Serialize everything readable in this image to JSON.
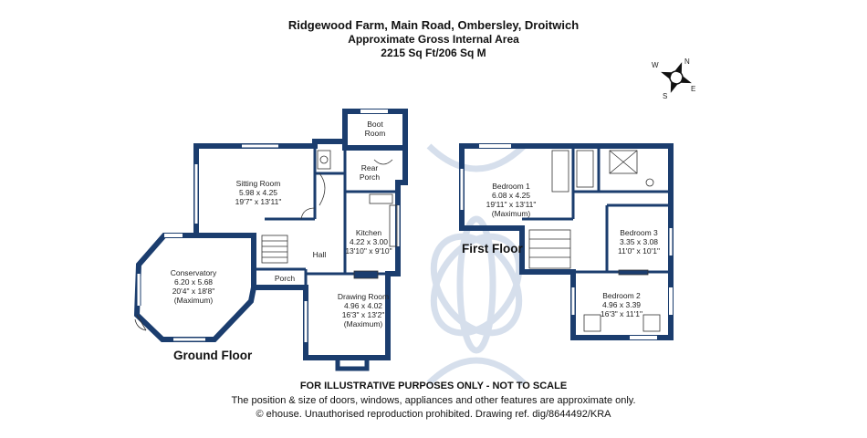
{
  "header": {
    "title": "Ridgewood Farm, Main Road, Ombersley, Droitwich",
    "area_label": "Approximate Gross Internal Area",
    "area_value": "2215 Sq Ft/206 Sq M"
  },
  "compass": {
    "n": "N",
    "e": "E",
    "s": "S",
    "w": "W"
  },
  "floors": {
    "ground": "Ground Floor",
    "first": "First Floor"
  },
  "rooms": {
    "boot_room": [
      "Boot",
      "Room"
    ],
    "rear_porch": [
      "Rear",
      "Porch"
    ],
    "sitting_room": [
      "Sitting Room",
      "5.98 x 4.25",
      "19'7\" x 13'11\""
    ],
    "kitchen": [
      "Kitchen",
      "4.22 x 3.00",
      "13'10\" x 9'10\""
    ],
    "hall": "Hall",
    "porch": "Porch",
    "conservatory": [
      "Conservatory",
      "6.20 x 5.68",
      "20'4\" x 18'8\"",
      "(Maximum)"
    ],
    "drawing_room": [
      "Drawing Room",
      "4.96 x 4.02",
      "16'3\" x 13'2\"",
      "(Maximum)"
    ],
    "bedroom1": [
      "Bedroom 1",
      "6.08 x 4.25",
      "19'11\" x 13'11\"",
      "(Maximum)"
    ],
    "bedroom2": [
      "Bedroom 2",
      "4.96 x 3.39",
      "16'3\" x 11'1\""
    ],
    "bedroom3": [
      "Bedroom 3",
      "3.35 x 3.08",
      "11'0\" x 10'1\""
    ]
  },
  "footer": {
    "disclaimer": "FOR ILLUSTRATIVE PURPOSES ONLY - NOT TO SCALE",
    "note": "The position & size of doors, windows, appliances and other features are approximate only.",
    "copyright": "© ehouse. Unauthorised reproduction prohibited. Drawing ref. dig/8644492/KRA"
  },
  "colors": {
    "wall": "#1b3d6e",
    "watermark": "#c9d5e6",
    "text": "#111111"
  }
}
